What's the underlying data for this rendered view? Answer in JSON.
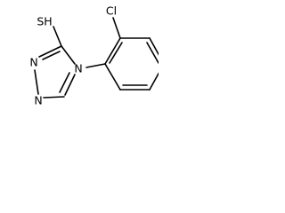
{
  "structure": {
    "atom_labels": {
      "chlorine": "Cl",
      "thiol": "SH",
      "ring_nitrogen_4": "N",
      "ring_nitrogen_2": "N",
      "ring_nitrogen_1": "N"
    }
  },
  "colors": {
    "bond": "#000000",
    "label": "#000000",
    "background": "#ffffff"
  }
}
